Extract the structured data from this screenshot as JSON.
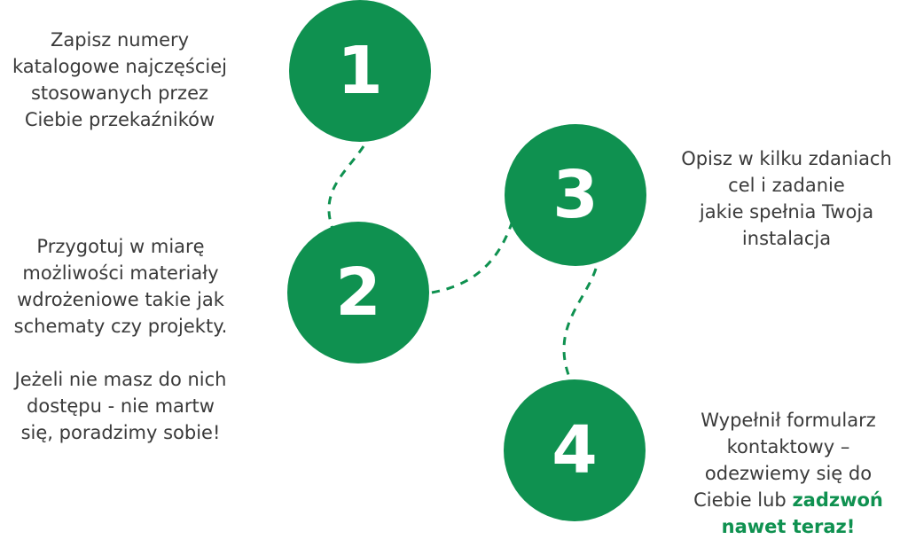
{
  "accent_color": "#0f9150",
  "steps": [
    {
      "number": "1",
      "lines": [
        "Zapisz numery",
        "katalogowe najczęściej",
        "stosowanych przez",
        "Ciebie przekaźników"
      ]
    },
    {
      "number": "2",
      "lines": [
        "Przygotuj w miarę",
        "możliwości materiały",
        "wdrożeniowe takie jak",
        "schematy czy projekty."
      ],
      "lines_extra": [
        "Jeżeli nie masz do nich",
        "dostępu - nie martw",
        "się, poradzimy sobie!"
      ]
    },
    {
      "number": "3",
      "lines": [
        "Opisz w kilku zdaniach",
        "cel i zadanie",
        "jakie spełnia Twoja",
        "instalacja"
      ]
    },
    {
      "number": "4",
      "lines": [
        "Wypełnił formularz",
        "kontaktowy –",
        "odezwiemy się do",
        "Ciebie lub "
      ],
      "link_1": "zadzwoń",
      "link_2": "nawet teraz!"
    }
  ]
}
